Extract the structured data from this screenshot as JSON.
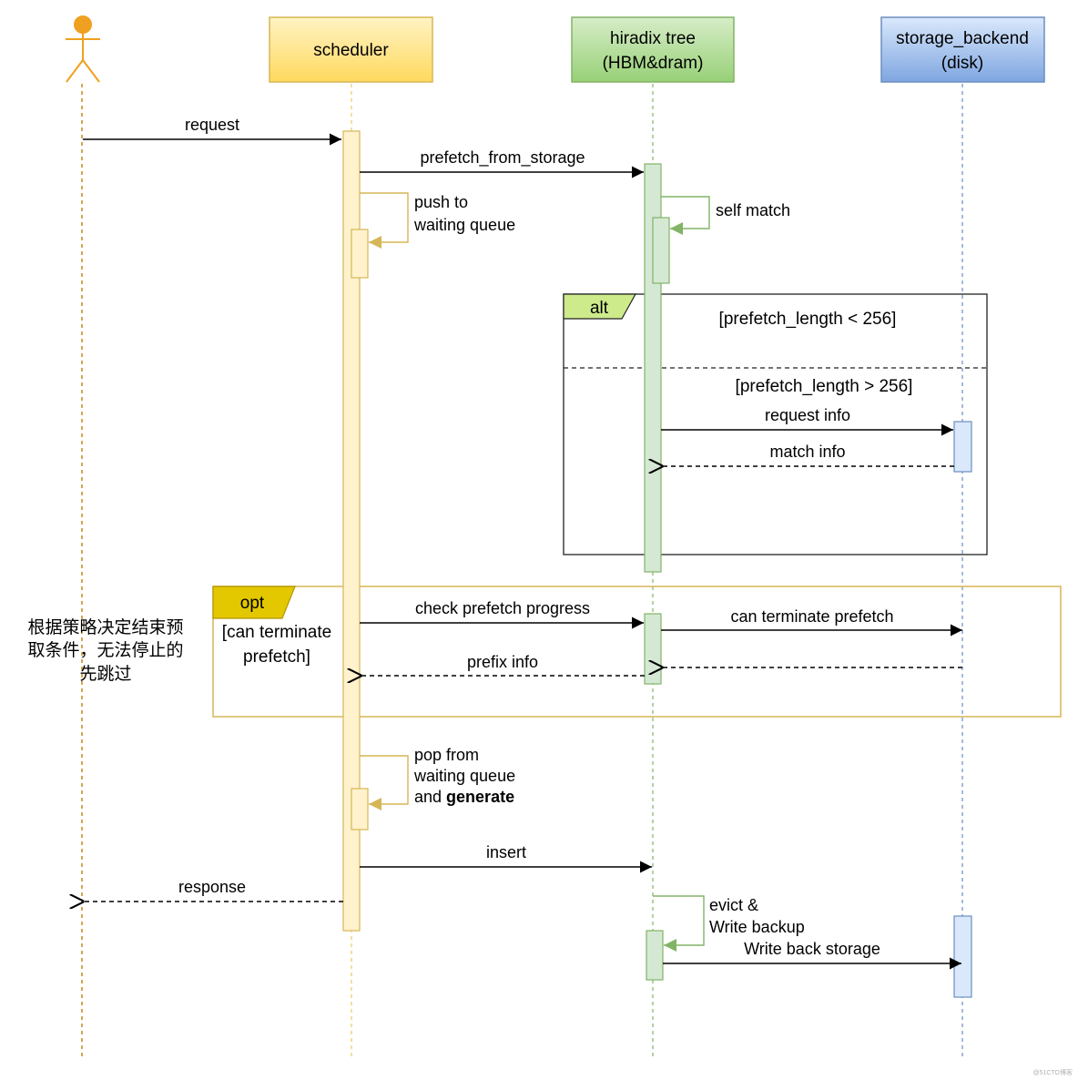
{
  "participants": {
    "scheduler": "scheduler",
    "tree_line1": "hiradix tree",
    "tree_line2": "(HBM&dram)",
    "storage_line1": "storage_backend",
    "storage_line2": "(disk)"
  },
  "messages": {
    "request": "request",
    "prefetch_from_storage": "prefetch_from_storage",
    "push_line1": "push to",
    "push_line2": "waiting queue",
    "self_match": "self match",
    "request_info": "request info",
    "match_info": "match info",
    "check_progress": "check prefetch progress",
    "can_terminate_prefetch": "can terminate prefetch",
    "prefix_info": "prefix info",
    "pop_line1": "pop from",
    "pop_line2": "waiting queue",
    "pop_line3_prefix": "and ",
    "pop_line3_bold": "generate",
    "insert": "insert",
    "response": "response",
    "evict_line1": "evict &",
    "evict_line2": "Write backup",
    "write_back": "Write back storage"
  },
  "alt_frame": {
    "label": "alt",
    "guard1": "[prefetch_length < 256]",
    "guard2": "[prefetch_length > 256]"
  },
  "opt_frame": {
    "label": "opt",
    "guard_line1": "[can terminate",
    "guard_line2": "prefetch]"
  },
  "note": {
    "line1": "根据策略决定结束预",
    "line2": "取条件，无法停止的",
    "line3": "先跳过"
  },
  "watermark": "@51CTO博客",
  "colors": {
    "actor": "#f0a020",
    "scheduler_stroke": "#d6b656",
    "scheduler_fill_top": "#fff3c4",
    "scheduler_fill_bottom": "#ffd95e",
    "tree_stroke": "#82b366",
    "tree_fill_top": "#d7edc8",
    "tree_fill_bottom": "#97d077",
    "storage_stroke": "#6c8ebf",
    "storage_fill_top": "#dae8fc",
    "storage_fill_bottom": "#7ea6e0",
    "alt_label_fill": "#cdeb8b",
    "opt_label_fill": "#e3c800",
    "opt_frame_stroke": "#d6b656"
  }
}
